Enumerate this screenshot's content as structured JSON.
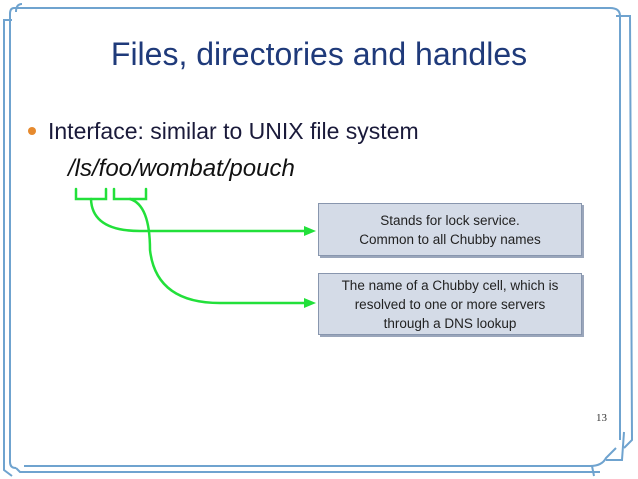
{
  "slide": {
    "title": "Files, directories and handles",
    "bullet": "Interface: similar to UNIX file system",
    "path": "/ls/foo/wombat/pouch",
    "callouts": [
      {
        "lines": [
          "Stands for lock service.",
          "Common to all Chubby names"
        ]
      },
      {
        "lines": [
          "The name of a Chubby cell, which is",
          "resolved to one or more servers",
          "through a DNS lookup"
        ]
      }
    ],
    "page_number": "13"
  },
  "colors": {
    "title": "#1f3a7a",
    "bullet_dot": "#e68a2e",
    "connector": "#22e03a",
    "callout_fill": "#d4dbe7",
    "frame": "#6fa3cf"
  }
}
